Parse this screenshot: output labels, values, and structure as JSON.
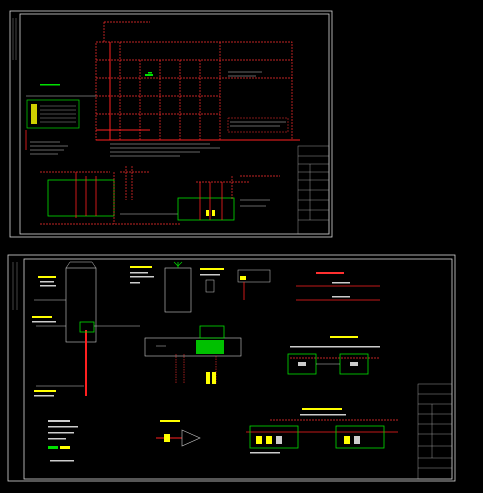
{
  "drawing": {
    "background": "#000000",
    "colors": {
      "frame": "#d8d8d8",
      "red_line": "#ff2020",
      "dashed_line": "#ff3030",
      "green_box": "#00e000",
      "yellow_text": "#ffff00",
      "white_text": "#ffffff",
      "cyan_accent": "#00c8ff"
    }
  },
  "sheets": [
    {
      "id": "sheet-1",
      "description_icon": "cad-drawing-frame"
    },
    {
      "id": "sheet-2",
      "description_icon": "cad-drawing-frame"
    }
  ]
}
